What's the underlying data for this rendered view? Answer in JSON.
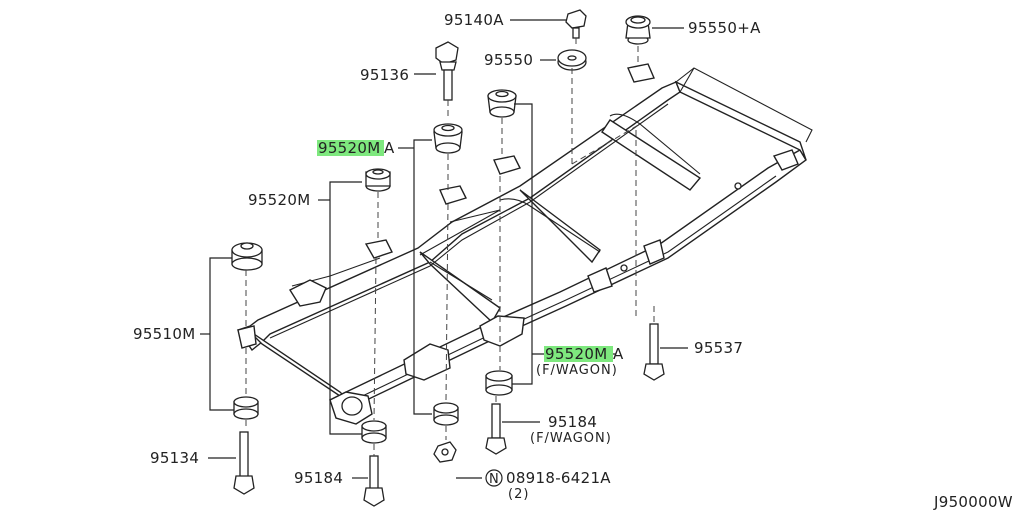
{
  "labels": {
    "p95140a": "95140A",
    "p95550a": "95550+A",
    "p95136": "95136",
    "p95550": "95550",
    "p95520m_hl": "95520M",
    "p95520m_suffix": "A",
    "p95520m": "95520M",
    "p95510m": "95510M",
    "p95520m_b_hl": "95520M",
    "p95520m_b_suffix": "A",
    "p95520m_b_note": "(F/WAGON)",
    "p95537": "95537",
    "p95184_a": "95184",
    "p95184_a_note": "(F/WAGON)",
    "p95134": "95134",
    "p95184_b": "95184",
    "n_symbol": "N",
    "p08918": "08918-6421A",
    "p08918_qty": "(2)",
    "diagram_code": "J950000W"
  },
  "colors": {
    "highlight": "#7ee87e",
    "ink": "#222222"
  }
}
